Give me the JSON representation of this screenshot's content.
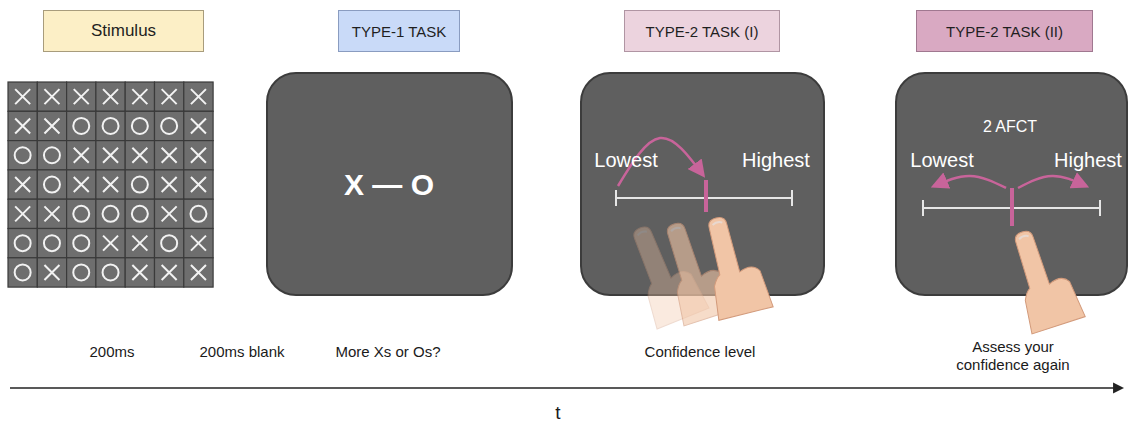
{
  "diagram": {
    "nodes": [
      {
        "text": [
          "Stimulus"
        ]
      },
      {
        "text": [
          "TYPE-1 TASK"
        ]
      },
      {
        "text": [
          "TYPE-2 TASK (I)"
        ]
      },
      {
        "text": [
          "TYPE-2 TASK (II)"
        ]
      },
      {
        "text": [
          "X — O"
        ]
      },
      {
        "text": [
          "Lowest",
          "Highest"
        ]
      },
      {
        "text": [
          "2 AFCT",
          "Lowest",
          "Highest"
        ]
      }
    ],
    "labels": [
      "200ms",
      "200ms blank",
      "More Xs or Os?",
      "Confidence level",
      "Assess your confidence again",
      "t"
    ]
  }
}
